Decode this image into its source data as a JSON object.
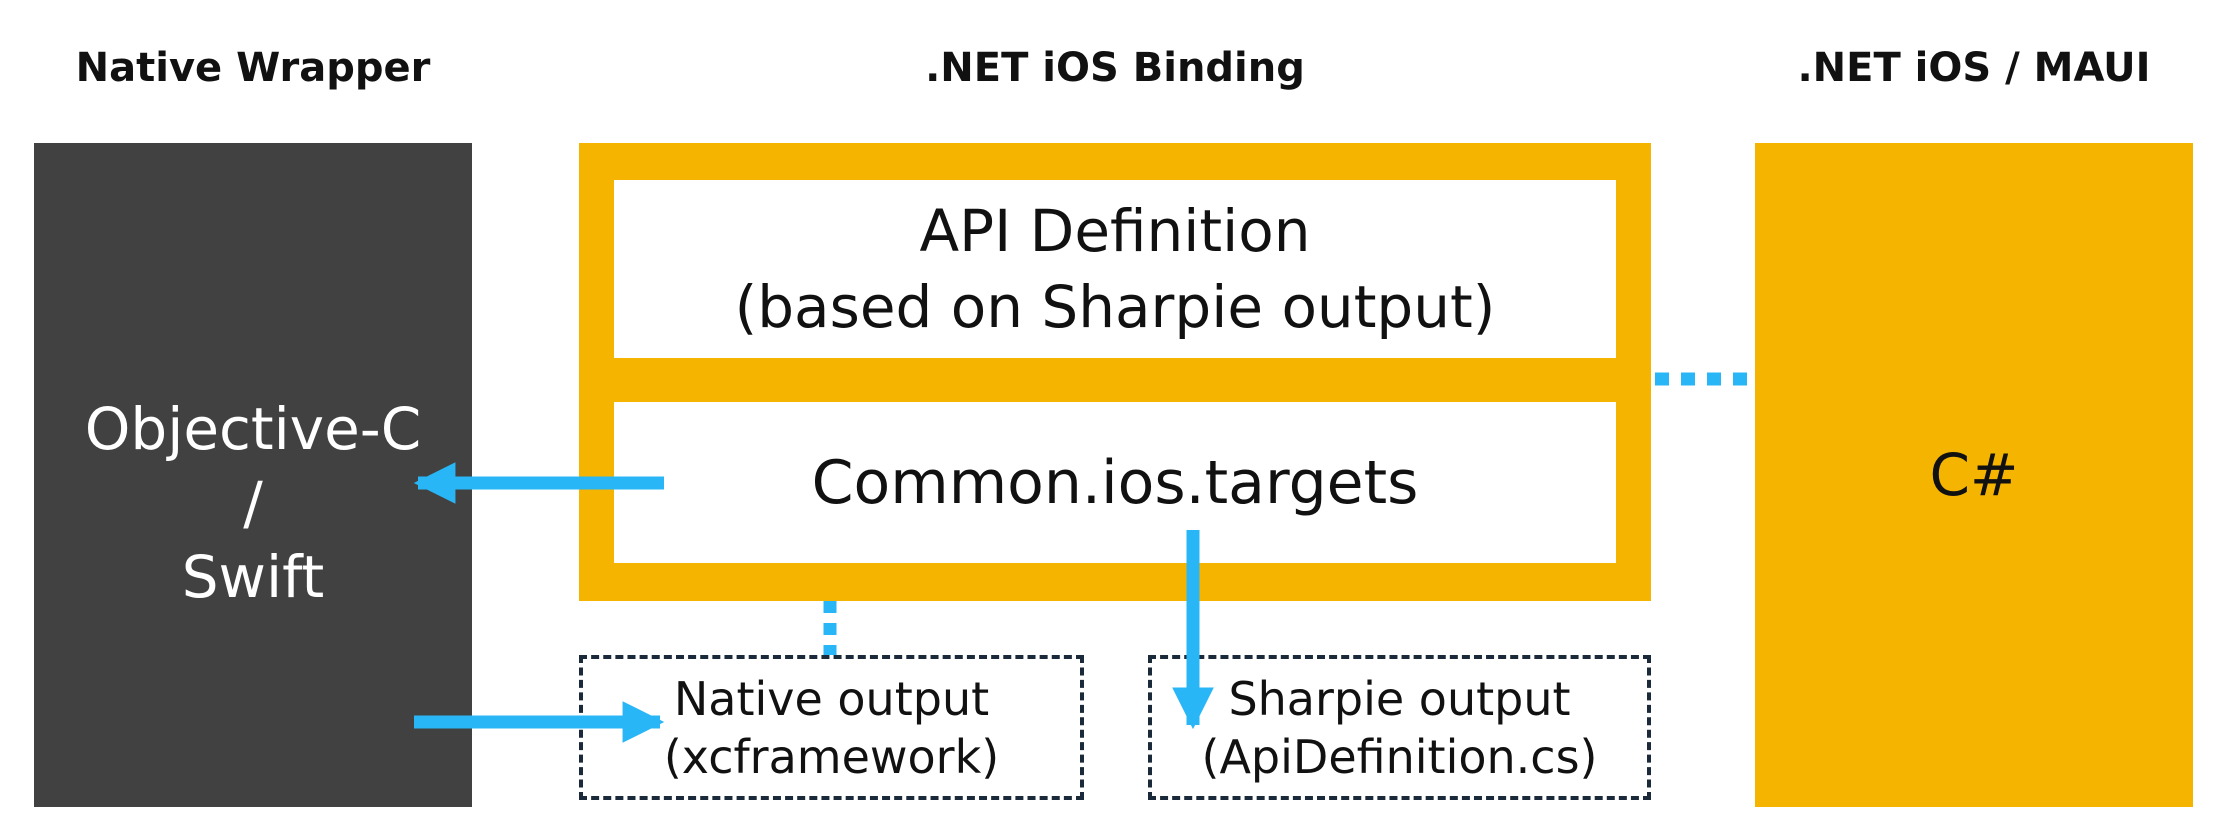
{
  "columns": {
    "native_wrapper": "Native Wrapper",
    "binding": ".NET iOS Binding",
    "maui": ".NET iOS / MAUI"
  },
  "native_box": {
    "line1": "Objective-C",
    "line2": "/",
    "line3": "Swift"
  },
  "binding_box": {
    "api_definition": {
      "line1": "API Definition",
      "line2": "(based on Sharpie output)"
    },
    "common_targets": "Common.ios.targets"
  },
  "maui_box": {
    "label": "C#"
  },
  "outputs": {
    "native": {
      "line1": "Native output",
      "line2": "(xcframework)"
    },
    "sharpie": {
      "line1": "Sharpie output",
      "line2": "(ApiDefinition.cs)"
    }
  },
  "colors": {
    "accent_yellow": "#f5b400",
    "dark_gray": "#414141",
    "arrow_blue": "#29b6f6",
    "dashed_border": "#1a2a3a"
  }
}
